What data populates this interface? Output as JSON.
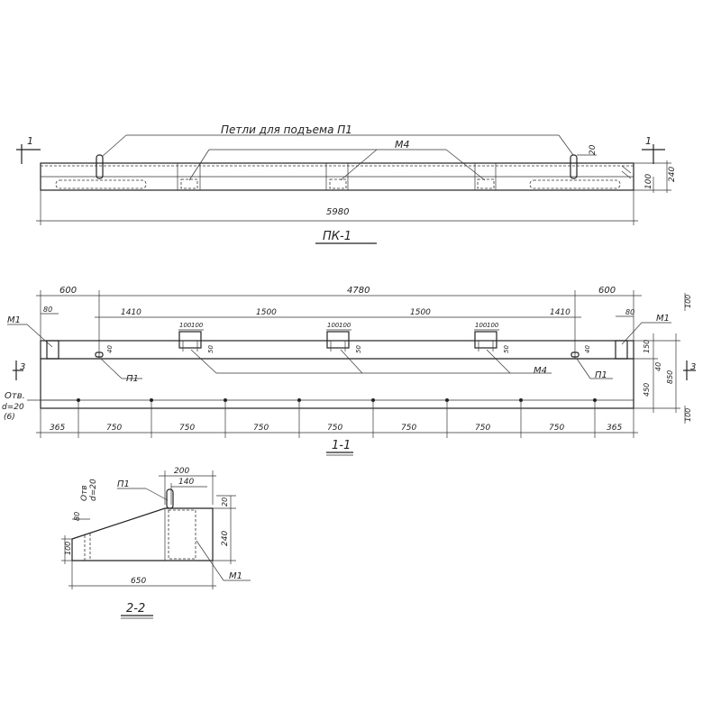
{
  "title_labels": {
    "loops_note": "Петли для подъема П1",
    "m4_top": "М4",
    "view_pk1": "ПК-1",
    "section_11": "1-1",
    "section_22": "2-2",
    "cut_1": "1",
    "cut_3": "3"
  },
  "top_view": {
    "total_length": "5980",
    "height_240": "240",
    "height_100": "100",
    "loop_20": "20"
  },
  "section_view": {
    "top_dims": [
      "600",
      "4780",
      "600"
    ],
    "spacing_dims": [
      "1410",
      "1500",
      "1500",
      "1410"
    ],
    "pair_dims": [
      "100",
      "100"
    ],
    "d80_left": "80",
    "d80_right": "80",
    "d40": "40",
    "d50": "50",
    "m1_left": "М1",
    "m1_right": "М1",
    "p1_left": "П1",
    "p1_right": "П1",
    "m4": "М4",
    "opening_label": "Отв.",
    "opening_d": "d=20",
    "opening_count": "(6)",
    "right_dims": [
      "150",
      "40",
      "450",
      "850",
      "100",
      "100"
    ],
    "bottom_dims": [
      "365",
      "750",
      "750",
      "750",
      "750",
      "750",
      "750",
      "750",
      "365"
    ]
  },
  "section22_view": {
    "d200": "200",
    "d140": "140",
    "d20": "20",
    "d80": "80",
    "d100": "100",
    "d240": "240",
    "d650": "650",
    "p1": "П1",
    "m1": "М1",
    "opening_label": "Отв",
    "opening_d": "d=20"
  }
}
